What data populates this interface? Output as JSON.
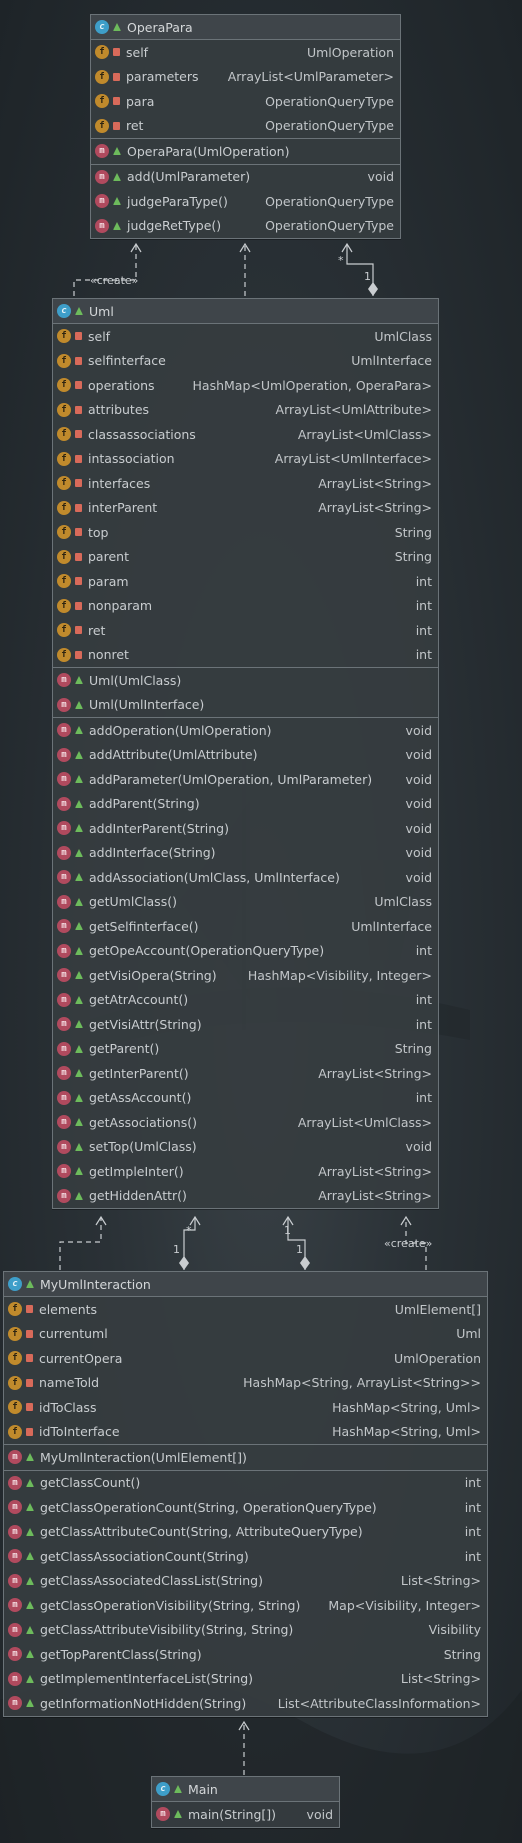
{
  "labels": {
    "create": "«create»",
    "mult_star": "*",
    "mult_one": "1"
  },
  "classes": {
    "operapara": {
      "name": "OperaPara",
      "fields": [
        {
          "name": "self",
          "type": "UmlOperation"
        },
        {
          "name": "parameters",
          "type": "ArrayList<UmlParameter>"
        },
        {
          "name": "para",
          "type": "OperationQueryType"
        },
        {
          "name": "ret",
          "type": "OperationQueryType"
        }
      ],
      "constructors": [
        {
          "name": "OperaPara(UmlOperation)",
          "type": ""
        }
      ],
      "methods": [
        {
          "name": "add(UmlParameter)",
          "type": "void"
        },
        {
          "name": "judgeParaType()",
          "type": "OperationQueryType"
        },
        {
          "name": "judgeRetType()",
          "type": "OperationQueryType"
        }
      ]
    },
    "uml": {
      "name": "Uml",
      "fields": [
        {
          "name": "self",
          "type": "UmlClass"
        },
        {
          "name": "selfinterface",
          "type": "UmlInterface"
        },
        {
          "name": "operations",
          "type": "HashMap<UmlOperation, OperaPara>"
        },
        {
          "name": "attributes",
          "type": "ArrayList<UmlAttribute>"
        },
        {
          "name": "classassociations",
          "type": "ArrayList<UmlClass>"
        },
        {
          "name": "intassociation",
          "type": "ArrayList<UmlInterface>"
        },
        {
          "name": "interfaces",
          "type": "ArrayList<String>"
        },
        {
          "name": "interParent",
          "type": "ArrayList<String>"
        },
        {
          "name": "top",
          "type": "String"
        },
        {
          "name": "parent",
          "type": "String"
        },
        {
          "name": "param",
          "type": "int"
        },
        {
          "name": "nonparam",
          "type": "int"
        },
        {
          "name": "ret",
          "type": "int"
        },
        {
          "name": "nonret",
          "type": "int"
        }
      ],
      "constructors": [
        {
          "name": "Uml(UmlClass)",
          "type": ""
        },
        {
          "name": "Uml(UmlInterface)",
          "type": ""
        }
      ],
      "methods": [
        {
          "name": "addOperation(UmlOperation)",
          "type": "void"
        },
        {
          "name": "addAttribute(UmlAttribute)",
          "type": "void"
        },
        {
          "name": "addParameter(UmlOperation, UmlParameter)",
          "type": "void"
        },
        {
          "name": "addParent(String)",
          "type": "void"
        },
        {
          "name": "addInterParent(String)",
          "type": "void"
        },
        {
          "name": "addInterface(String)",
          "type": "void"
        },
        {
          "name": "addAssociation(UmlClass, UmlInterface)",
          "type": "void"
        },
        {
          "name": "getUmlClass()",
          "type": "UmlClass"
        },
        {
          "name": "getSelfinterface()",
          "type": "UmlInterface"
        },
        {
          "name": "getOpeAccount(OperationQueryType)",
          "type": "int"
        },
        {
          "name": "getVisiOpera(String)",
          "type": "HashMap<Visibility, Integer>"
        },
        {
          "name": "getAtrAccount()",
          "type": "int"
        },
        {
          "name": "getVisiAttr(String)",
          "type": "int"
        },
        {
          "name": "getParent()",
          "type": "String"
        },
        {
          "name": "getInterParent()",
          "type": "ArrayList<String>"
        },
        {
          "name": "getAssAccount()",
          "type": "int"
        },
        {
          "name": "getAssociations()",
          "type": "ArrayList<UmlClass>"
        },
        {
          "name": "setTop(UmlClass)",
          "type": "void"
        },
        {
          "name": "getImpleInter()",
          "type": "ArrayList<String>"
        },
        {
          "name": "getHiddenAttr()",
          "type": "ArrayList<String>"
        }
      ]
    },
    "myuml": {
      "name": "MyUmlInteraction",
      "fields": [
        {
          "name": "elements",
          "type": "UmlElement[]"
        },
        {
          "name": "currentuml",
          "type": "Uml"
        },
        {
          "name": "currentOpera",
          "type": "UmlOperation"
        },
        {
          "name": "nameTold",
          "type": "HashMap<String, ArrayList<String>>"
        },
        {
          "name": "idToClass",
          "type": "HashMap<String, Uml>"
        },
        {
          "name": "idToInterface",
          "type": "HashMap<String, Uml>"
        }
      ],
      "constructors": [
        {
          "name": "MyUmlInteraction(UmlElement[])",
          "type": ""
        }
      ],
      "methods": [
        {
          "name": "getClassCount()",
          "type": "int"
        },
        {
          "name": "getClassOperationCount(String, OperationQueryType)",
          "type": "int"
        },
        {
          "name": "getClassAttributeCount(String, AttributeQueryType)",
          "type": "int"
        },
        {
          "name": "getClassAssociationCount(String)",
          "type": "int"
        },
        {
          "name": "getClassAssociatedClassList(String)",
          "type": "List<String>"
        },
        {
          "name": "getClassOperationVisibility(String, String)",
          "type": "Map<Visibility, Integer>"
        },
        {
          "name": "getClassAttributeVisibility(String, String)",
          "type": "Visibility"
        },
        {
          "name": "getTopParentClass(String)",
          "type": "String"
        },
        {
          "name": "getImplementInterfaceList(String)",
          "type": "List<String>"
        },
        {
          "name": "getInformationNotHidden(String)",
          "type": "List<AttributeClassInformation>"
        }
      ]
    },
    "main": {
      "name": "Main",
      "fields": [],
      "constructors": [],
      "methods": [
        {
          "name": "main(String[])",
          "type": "void"
        }
      ]
    }
  }
}
